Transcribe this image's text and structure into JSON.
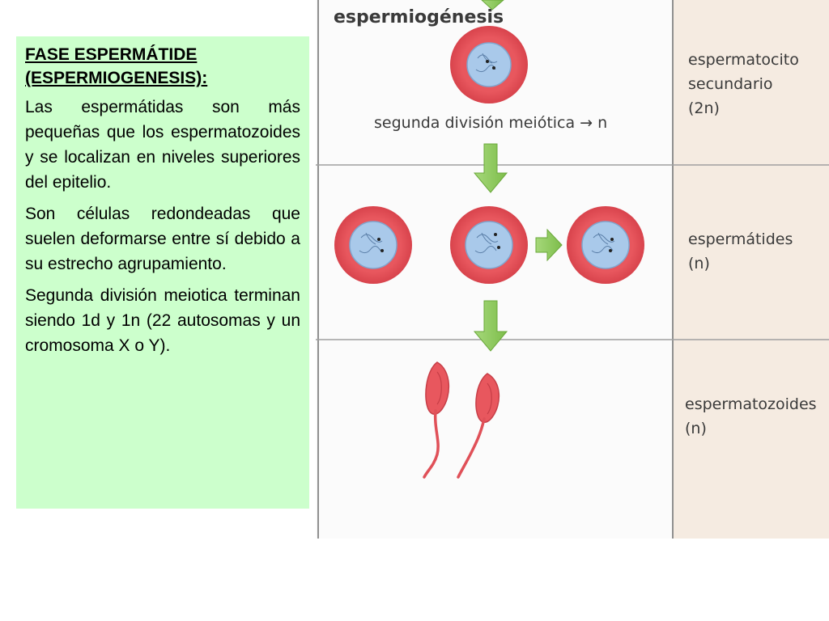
{
  "text_panel": {
    "heading_line1": "FASE ESPERMÁTIDE",
    "heading_line2": "(ESPERMIOGENESIS):",
    "paragraphs": [
      "Las espermátidas son más pequeñas que los espermatozoides y se localizan en niveles superiores del epitelio.",
      "Son células redondeadas que suelen deformarse entre sí debido a su estrecho agrupamiento.",
      "Segunda división meiotica terminan siendo 1d y 1n (22 autosomas y un cromosoma X o Y)."
    ]
  },
  "diagram": {
    "title": "espermiogénesis",
    "division_label": "segunda división meiótica → n",
    "stages": [
      {
        "line1": "espermatocito",
        "line2": "secundario",
        "line3": "(2n)"
      },
      {
        "line1": "espermátides",
        "line2": "(n)"
      },
      {
        "line1": "espermatozoides",
        "line2": "(n)"
      }
    ],
    "colors": {
      "cell_membrane": "#e8575e",
      "nucleus": "#a9c9ea",
      "arrow": "#8fcb5a",
      "label_column": "#f5ebe1",
      "grid_line": "#909090"
    }
  }
}
